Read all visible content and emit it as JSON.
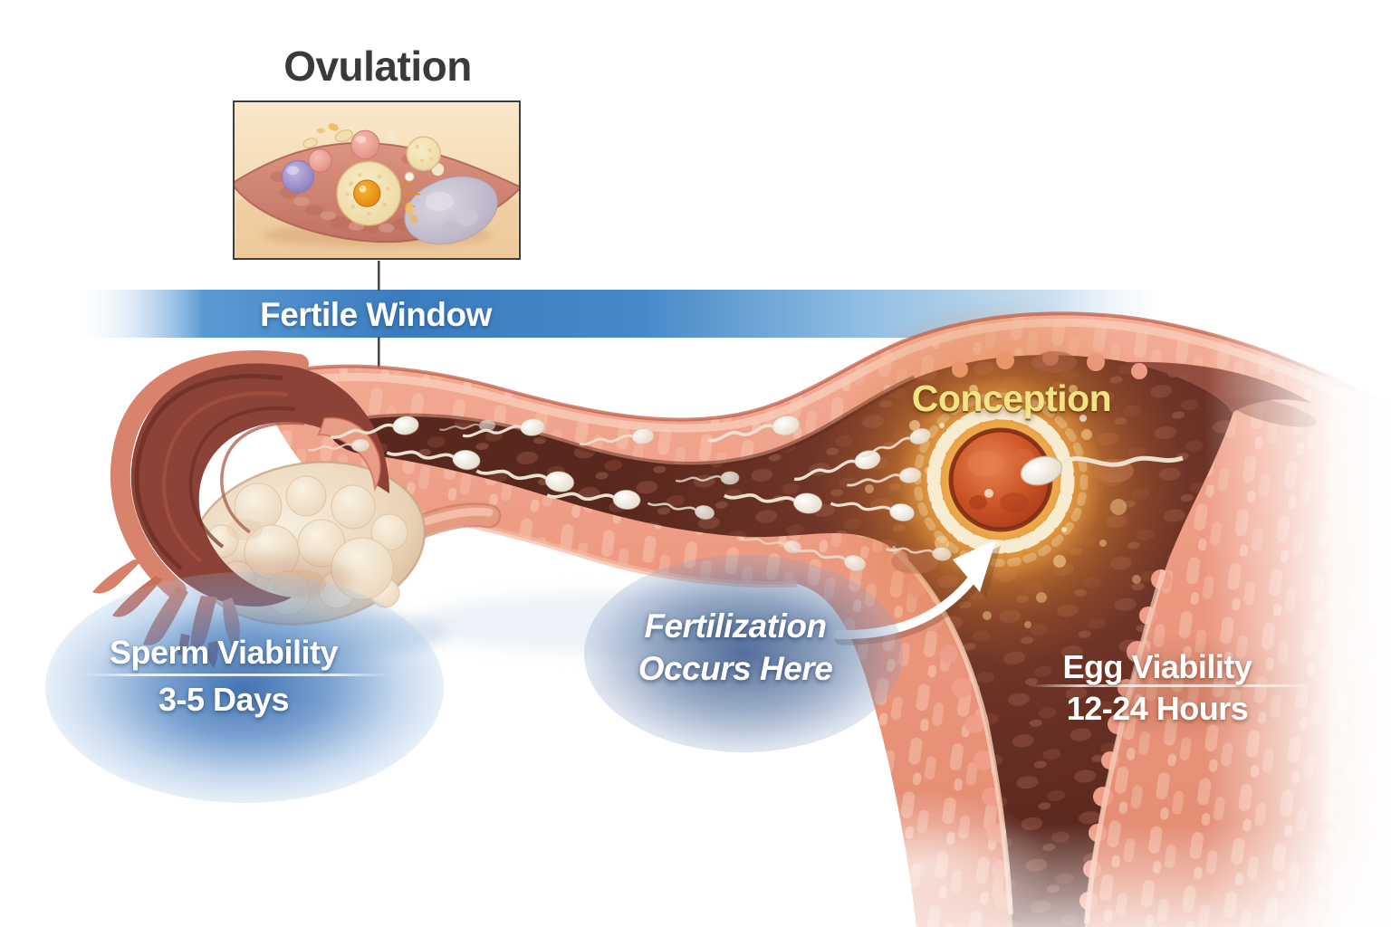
{
  "diagram": {
    "inset_title": "Ovulation",
    "banner_label": "Fertile Window",
    "conception_label": "Conception",
    "fertilization_line1": "Fertilization",
    "fertilization_line2": "Occurs Here",
    "sperm_viability": {
      "title": "Sperm Viability",
      "value": "3-5 Days"
    },
    "egg_viability": {
      "title": "Egg Viability",
      "value": "12-24 Hours"
    },
    "colors": {
      "banner_blue": "#3c7cbe",
      "label_glow_blue": "#3f74b2",
      "fertilization_glow_blue": "#46608e",
      "conception_yellow": "#f4e384",
      "glow_orange": "#f59f35",
      "tissue_salmon": "#ec9480",
      "lumen_brown": "#7b3b2e",
      "cavity_brown": "#6b3226",
      "ovary_cream": "#ecd9c4",
      "egg_orange_red": "#c14e28",
      "sperm_white": "#f1eadd",
      "title_charcoal": "#3a3a3c"
    }
  }
}
